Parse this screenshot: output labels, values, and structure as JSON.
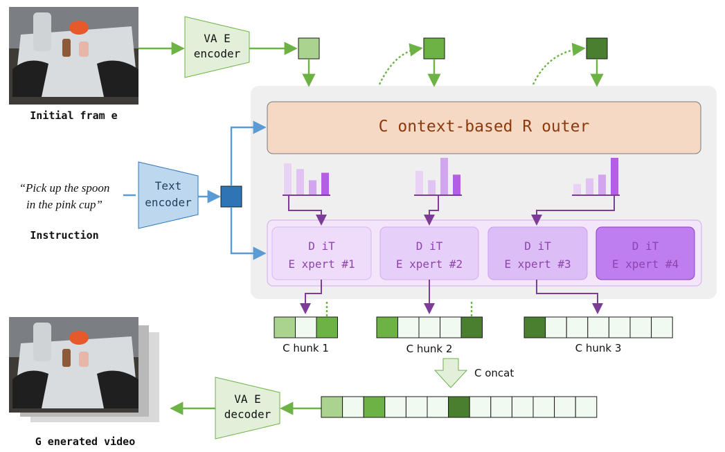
{
  "inputs": {
    "initial_frame_label": "Initial fram e",
    "instruction_line1": "“Pick up the spoon",
    "instruction_line2": "in the pink cup”",
    "instruction_label": "Instruction"
  },
  "encoders": {
    "vae_encoder_line1": "VA E",
    "vae_encoder_line2": "encoder",
    "text_encoder_line1": "Text",
    "text_encoder_line2": "encoder"
  },
  "router": {
    "label": "C ontext-based R outer"
  },
  "experts": [
    {
      "line1": "D iT",
      "line2": "E xpert #1"
    },
    {
      "line1": "D iT",
      "line2": "E xpert #2"
    },
    {
      "line1": "D iT",
      "line2": "E xpert #3"
    },
    {
      "line1": "D iT",
      "line2": "E xpert #4"
    }
  ],
  "router_scores": [
    [
      0.85,
      0.7,
      0.4,
      0.6
    ],
    [
      0.65,
      0.4,
      1.0,
      0.55
    ],
    [
      0.3,
      0.45,
      0.55,
      1.0
    ]
  ],
  "chunks": {
    "chunk1_label": "C hunk 1",
    "chunk2_label": "C hunk 2",
    "chunk3_label": "C hunk 3",
    "concat_label": "C oncat"
  },
  "decoder": {
    "vae_decoder_line1": "VA E",
    "vae_decoder_line2": "decoder",
    "output_label": "G enerated video"
  },
  "colors": {
    "green_light": "#a9d38f",
    "green_mid": "#6cb244",
    "green_dark": "#4a7f30",
    "green_empty": "#f1faf0",
    "purple_arrow": "#7d3c98",
    "blue_arrow": "#5b9bd5",
    "router_fill": "#f5d9c4",
    "router_text": "#8b3a0e"
  }
}
